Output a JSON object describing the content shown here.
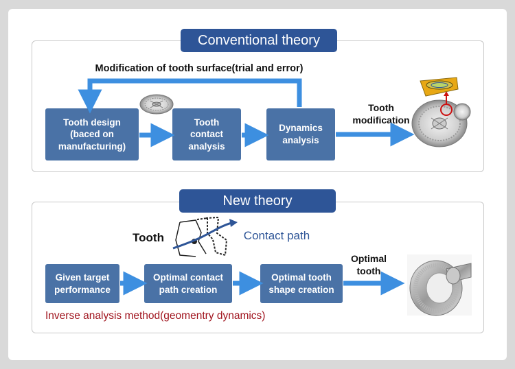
{
  "conventional": {
    "title": "Conventional theory",
    "feedback_label": "Modification of tooth surface(trial and error)",
    "boxes": [
      "Tooth design\n(baced on\nmanufacturing)",
      "Tooth\ncontact\nanalysis",
      "Dynamics\nanalysis"
    ],
    "output_label": "Tooth\nmodification"
  },
  "new": {
    "title": "New theory",
    "tooth_label": "Tooth",
    "contact_path_label": "Contact path",
    "boxes": [
      "Given target\nperformance",
      "Optimal contact\npath creation",
      "Optimal tooth\nshape creation"
    ],
    "output_label": "Optimal\ntooth",
    "method_label": "Inverse analysis method(geomentry dynamics)"
  },
  "colors": {
    "title_bg": "#2e5597",
    "box_bg": "#4a72a6",
    "arrow": "#3d8fe0",
    "method_text": "#a0141e",
    "contact_path_text": "#2e5597"
  }
}
